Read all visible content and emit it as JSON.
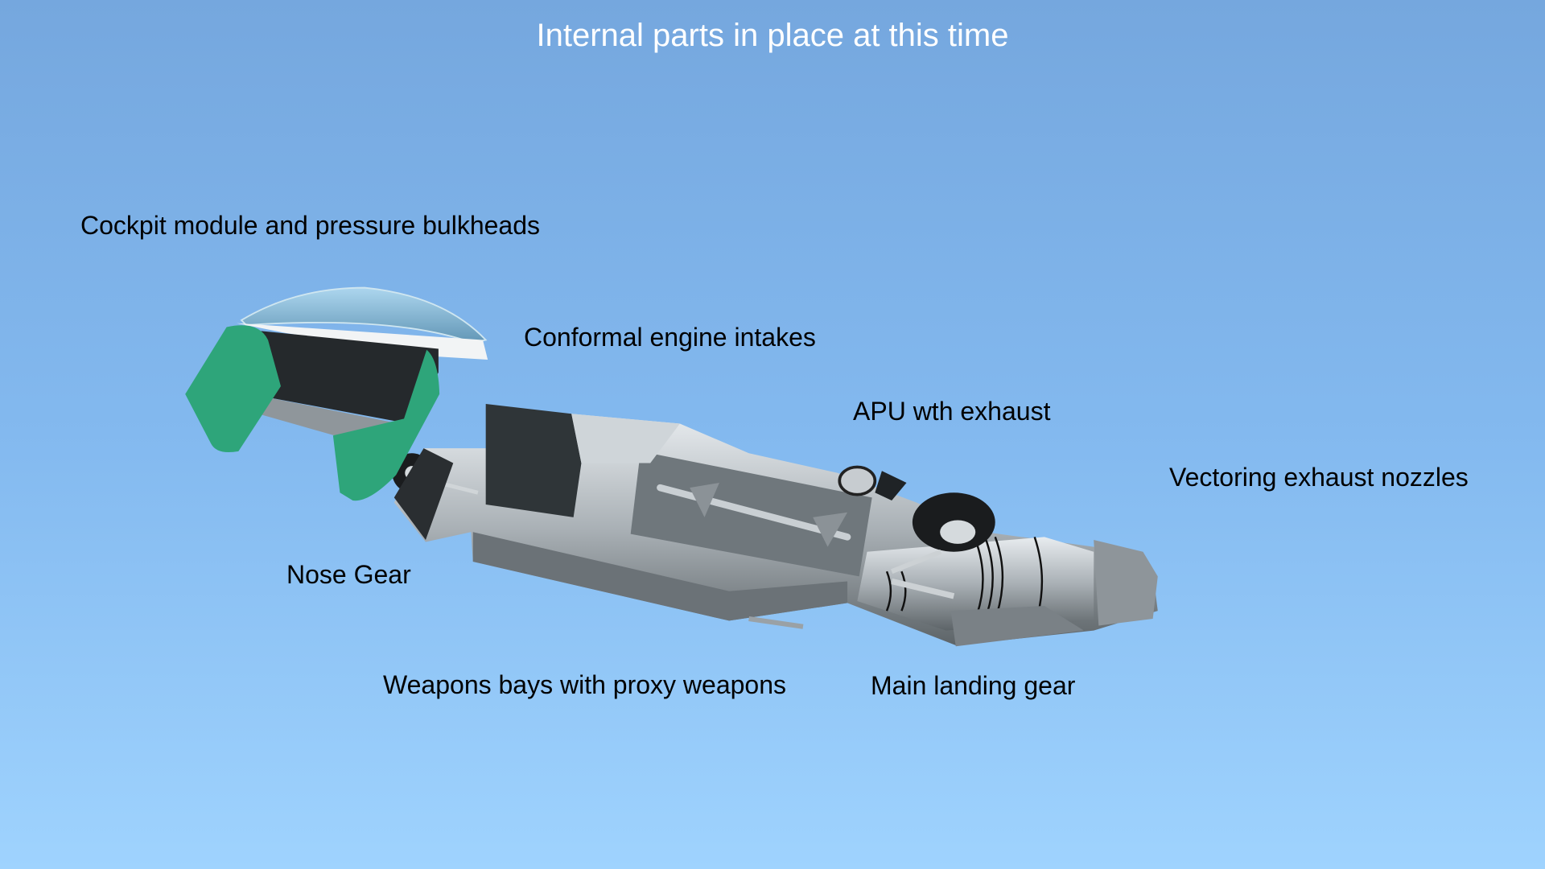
{
  "slide": {
    "title": "Internal parts in place at this time",
    "labels": {
      "cockpit": "Cockpit module and pressure bulkheads",
      "intakes": "Conformal engine intakes",
      "apu": "APU wth exhaust",
      "nozzles": "Vectoring exhaust nozzles",
      "nose_gear": "Nose Gear",
      "weapons_bays": "Weapons bays with proxy weapons",
      "main_gear": "Main landing gear"
    }
  },
  "colors": {
    "bulkhead_green": "#2ea57a",
    "sky_top": "#75a7de",
    "sky_bottom": "#9fd3fe"
  }
}
